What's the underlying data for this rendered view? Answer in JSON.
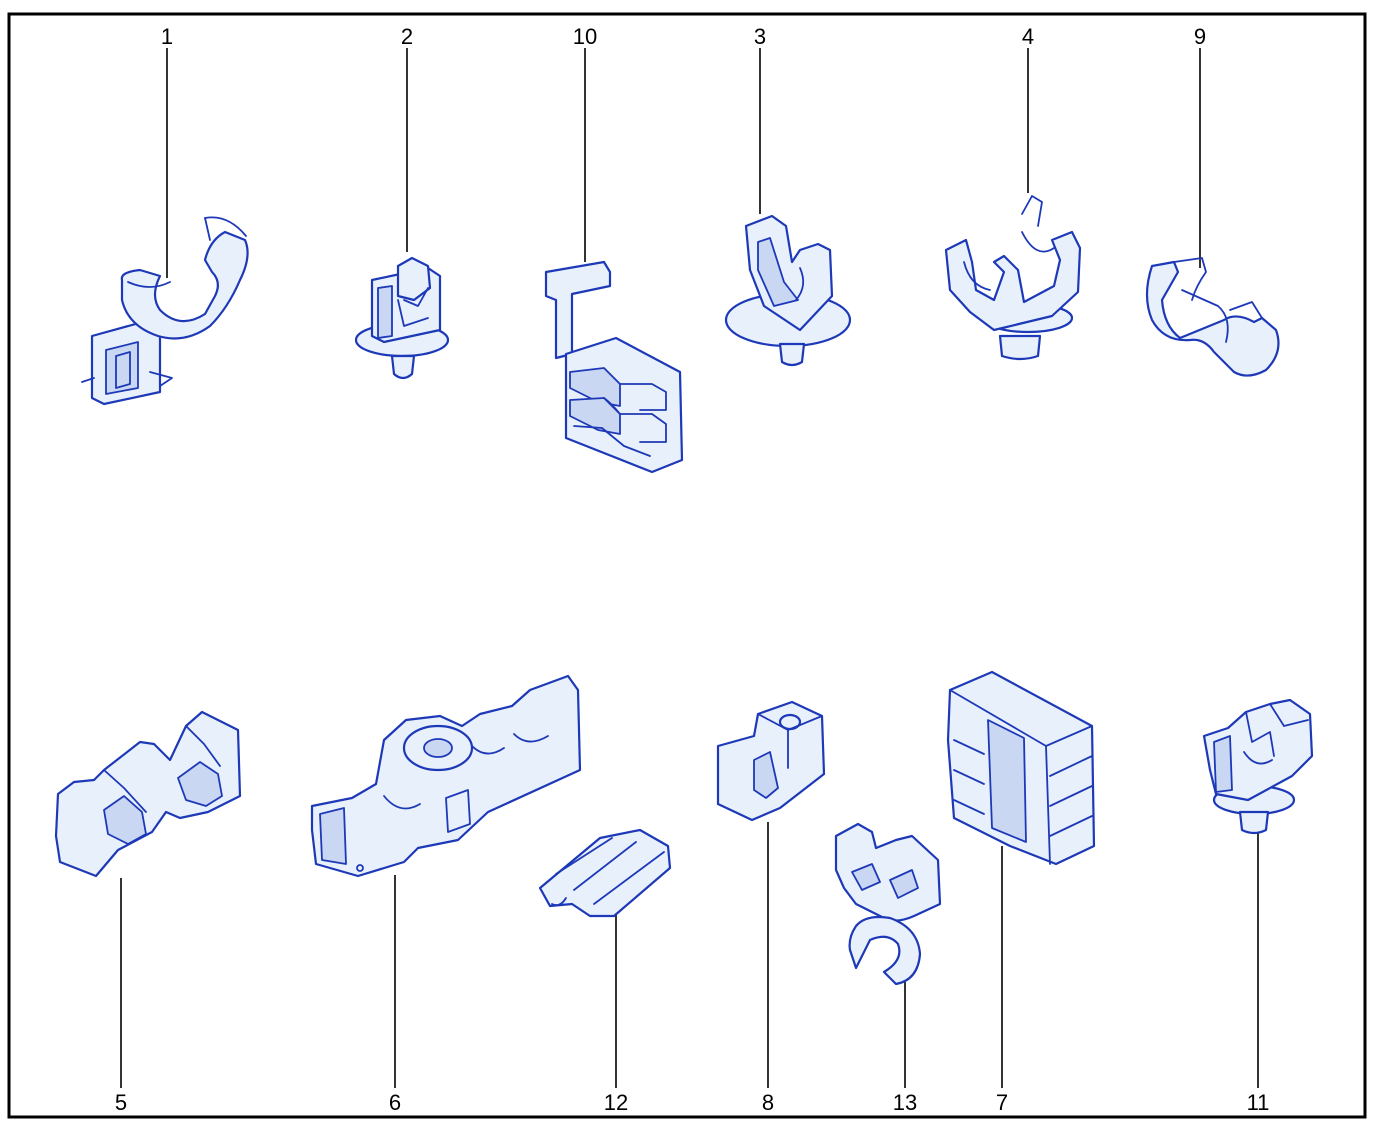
{
  "diagram": {
    "callouts": [
      "1",
      "2",
      "10",
      "3",
      "4",
      "9",
      "5",
      "6",
      "12",
      "8",
      "13",
      "7",
      "11"
    ],
    "colors": {
      "frame": "#000000",
      "line_art": "#1d39b8",
      "fill": "#e8f0fb",
      "shade": "#c9d7f2"
    }
  }
}
